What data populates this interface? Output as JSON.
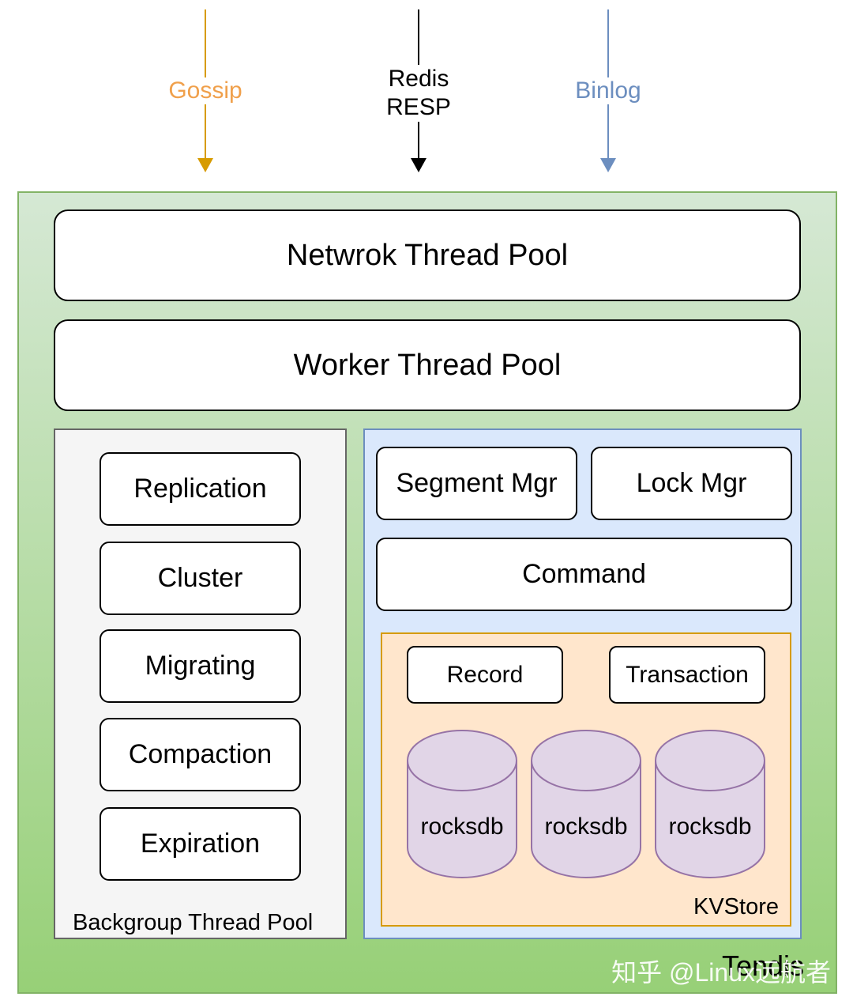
{
  "inputs": {
    "gossip": "Gossip",
    "redis_line1": "Redis",
    "redis_line2": "RESP",
    "binlog": "Binlog"
  },
  "tendis": {
    "label": "Tendis"
  },
  "network_pool": "Netwrok Thread Pool",
  "worker_pool": "Worker Thread Pool",
  "background_pool": {
    "label": "Backgroup Thread Pool",
    "tasks": [
      "Replication",
      "Cluster",
      "Migrating",
      "Compaction",
      "Expiration"
    ]
  },
  "storage": {
    "segment_mgr": "Segment Mgr",
    "lock_mgr": "Lock Mgr",
    "command": "Command",
    "kvstore": {
      "label": "KVStore",
      "record": "Record",
      "transaction": "Transaction",
      "engines": [
        "rocksdb",
        "rocksdb",
        "rocksdb"
      ]
    }
  },
  "watermark": "知乎 @Linux远航者",
  "colors": {
    "gossip": "#F0A04B",
    "gossip_arrow": "#D79B00",
    "binlog": "#6C8EBF",
    "cylinder_fill": "#E1D5E7",
    "cylinder_stroke": "#9673A6"
  }
}
